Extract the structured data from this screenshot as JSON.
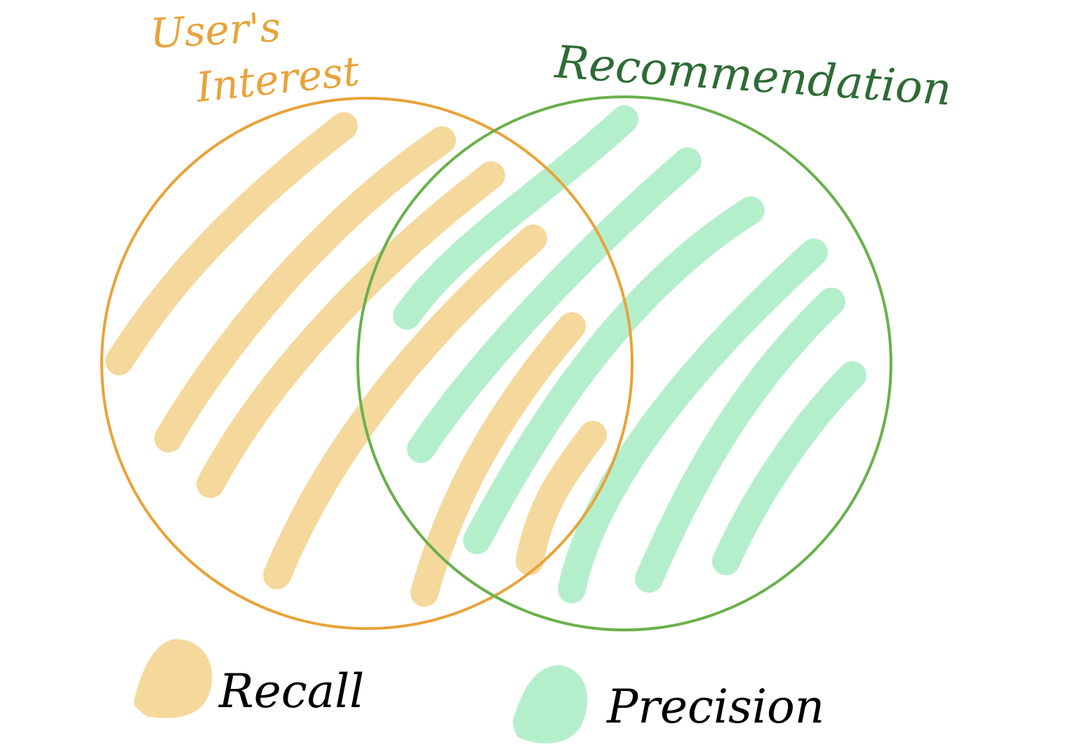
{
  "labels": {
    "user_interest_line1": "User's",
    "user_interest_line2": "Interest",
    "recommendation": "Recommendation"
  },
  "legend": {
    "recall": "Recall",
    "precision": "Precision"
  },
  "colors": {
    "user_interest_circle": "#E8A33A",
    "user_interest_label": "#E8A33A",
    "recommendation_circle": "#6AB04C",
    "recommendation_label": "#2E6B35",
    "recall_fill": "#F5D89B",
    "precision_fill": "#B4EFCB",
    "legend_text": "#000000"
  }
}
